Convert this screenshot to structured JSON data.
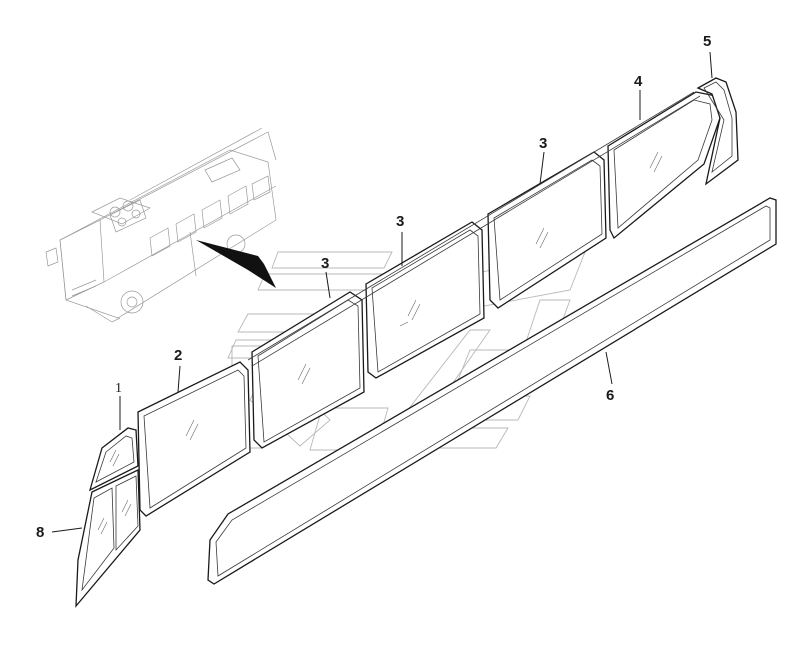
{
  "callouts": {
    "c1": "1",
    "c2": "2",
    "c3a": "3",
    "c3b": "3",
    "c3c": "3",
    "c4": "4",
    "c5": "5",
    "c6": "6",
    "c8": "8"
  },
  "colors": {
    "line": "#1a1a1a",
    "bus_outline": "#9a9a9a",
    "ghost_logo": "#b8b8b8",
    "background": "#ffffff"
  }
}
